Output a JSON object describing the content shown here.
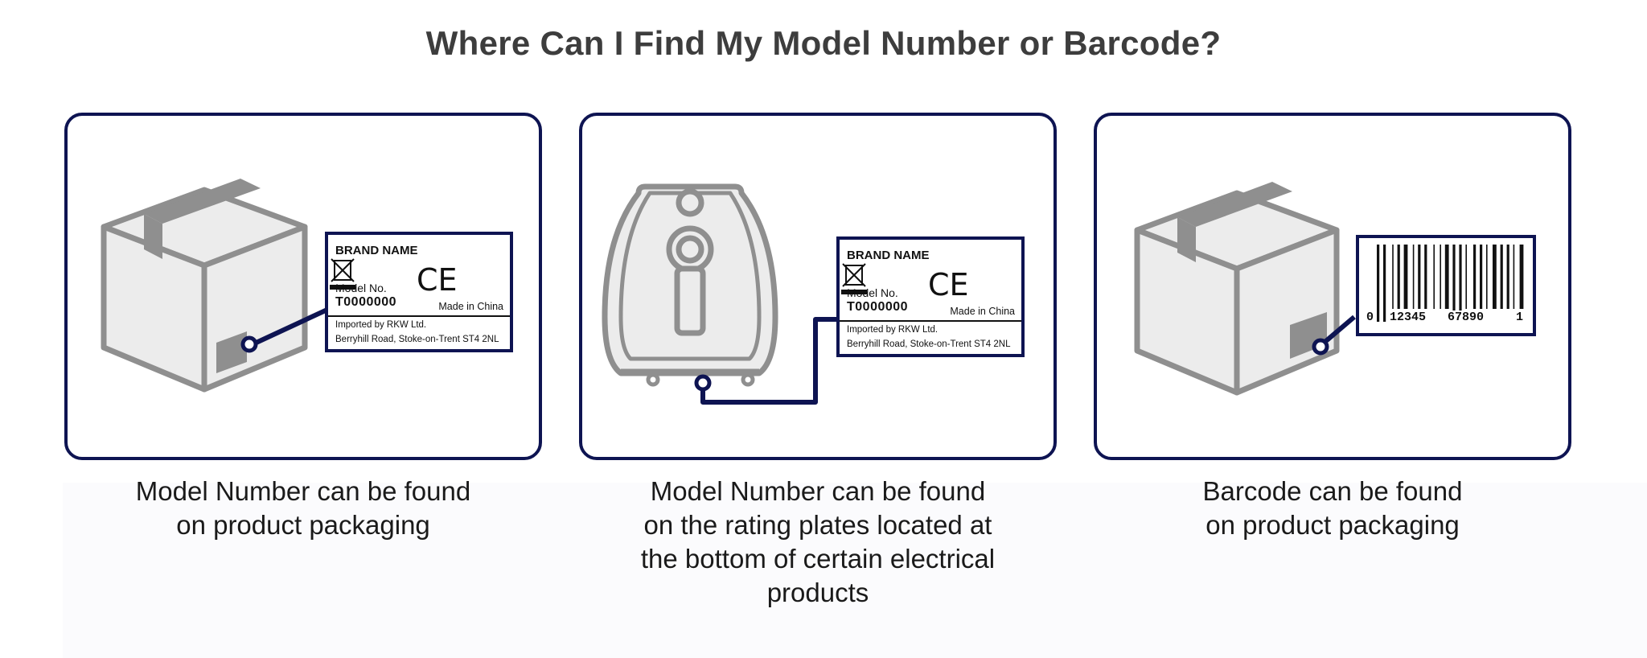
{
  "title": "Where Can I Find My Model Number or Barcode?",
  "colors": {
    "accent": "#0e1452",
    "illustration_gray": "#8f8f8f",
    "illustration_fill": "#ececec"
  },
  "label": {
    "brand": "BRAND NAME",
    "model_label": "Model No.",
    "model_value": "T0000000",
    "ce_mark": "CE",
    "made_in": "Made in China",
    "importer_line1": "Imported by RKW Ltd.",
    "importer_line2": "Berryhill Road, Stoke-on-Trent ST4 2NL"
  },
  "barcode": {
    "left_digit": "0",
    "group1": "12345",
    "group2": "67890",
    "right_digit": "1"
  },
  "cards": [
    {
      "caption_lines": [
        "Model Number can be found",
        "on product packaging"
      ],
      "illustration": "box-icon"
    },
    {
      "caption_lines": [
        "Model Number can be found",
        "on the rating plates located at",
        "the bottom of certain electrical",
        "products"
      ],
      "illustration": "air-fryer-icon"
    },
    {
      "caption_lines": [
        "Barcode can be found",
        "on product packaging"
      ],
      "illustration": "box-icon"
    }
  ]
}
